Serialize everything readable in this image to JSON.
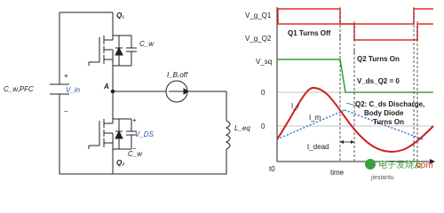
{
  "circuit": {
    "labels": {
      "q1": "Q₁",
      "q2": "Q₂",
      "cw_top": "C_w",
      "cw_bot": "C_w",
      "cwpfc": "C_w,PFC",
      "vin": "V_in",
      "node_a": "A",
      "ibsoff": "I_B,off",
      "vds": "V_DS",
      "leq": "L_eq",
      "plus_top": "+",
      "minus_top": "−",
      "plus_bot": "+",
      "minus_bot": "−"
    },
    "colors": {
      "wire": "#222222",
      "vin_label": "#1f4fa8"
    }
  },
  "waveform": {
    "signals": {
      "vg_q1": "V_g_Q1",
      "vg_q2": "V_g_Q2",
      "vsq": "V_sq"
    },
    "levels": {
      "zero_upper": "0",
      "zero_lower": "0"
    },
    "annotations": {
      "q1_off": "Q1 Turns Off",
      "q2_on": "Q2 Turns On",
      "vds_q2": "V_ds_Q2 = 0",
      "q2_cds_line1": "Q2: C_ds Discharge,",
      "q2_cds_line2": "Body Diode",
      "q2_cds_line3": "Turns On",
      "ir": "I_r",
      "im": "I_m",
      "tdead": "t_dead",
      "t0": "t0",
      "time": "time"
    },
    "colors": {
      "gate": "#e03020",
      "vsq": "#2e9e2e",
      "ir": "#cc2020",
      "im": "#2a6fc0",
      "dashed": "#333333"
    }
  },
  "watermark": {
    "line1": "电子发烧友",
    "line2": "jiexiantu",
    "domain": ".com"
  }
}
